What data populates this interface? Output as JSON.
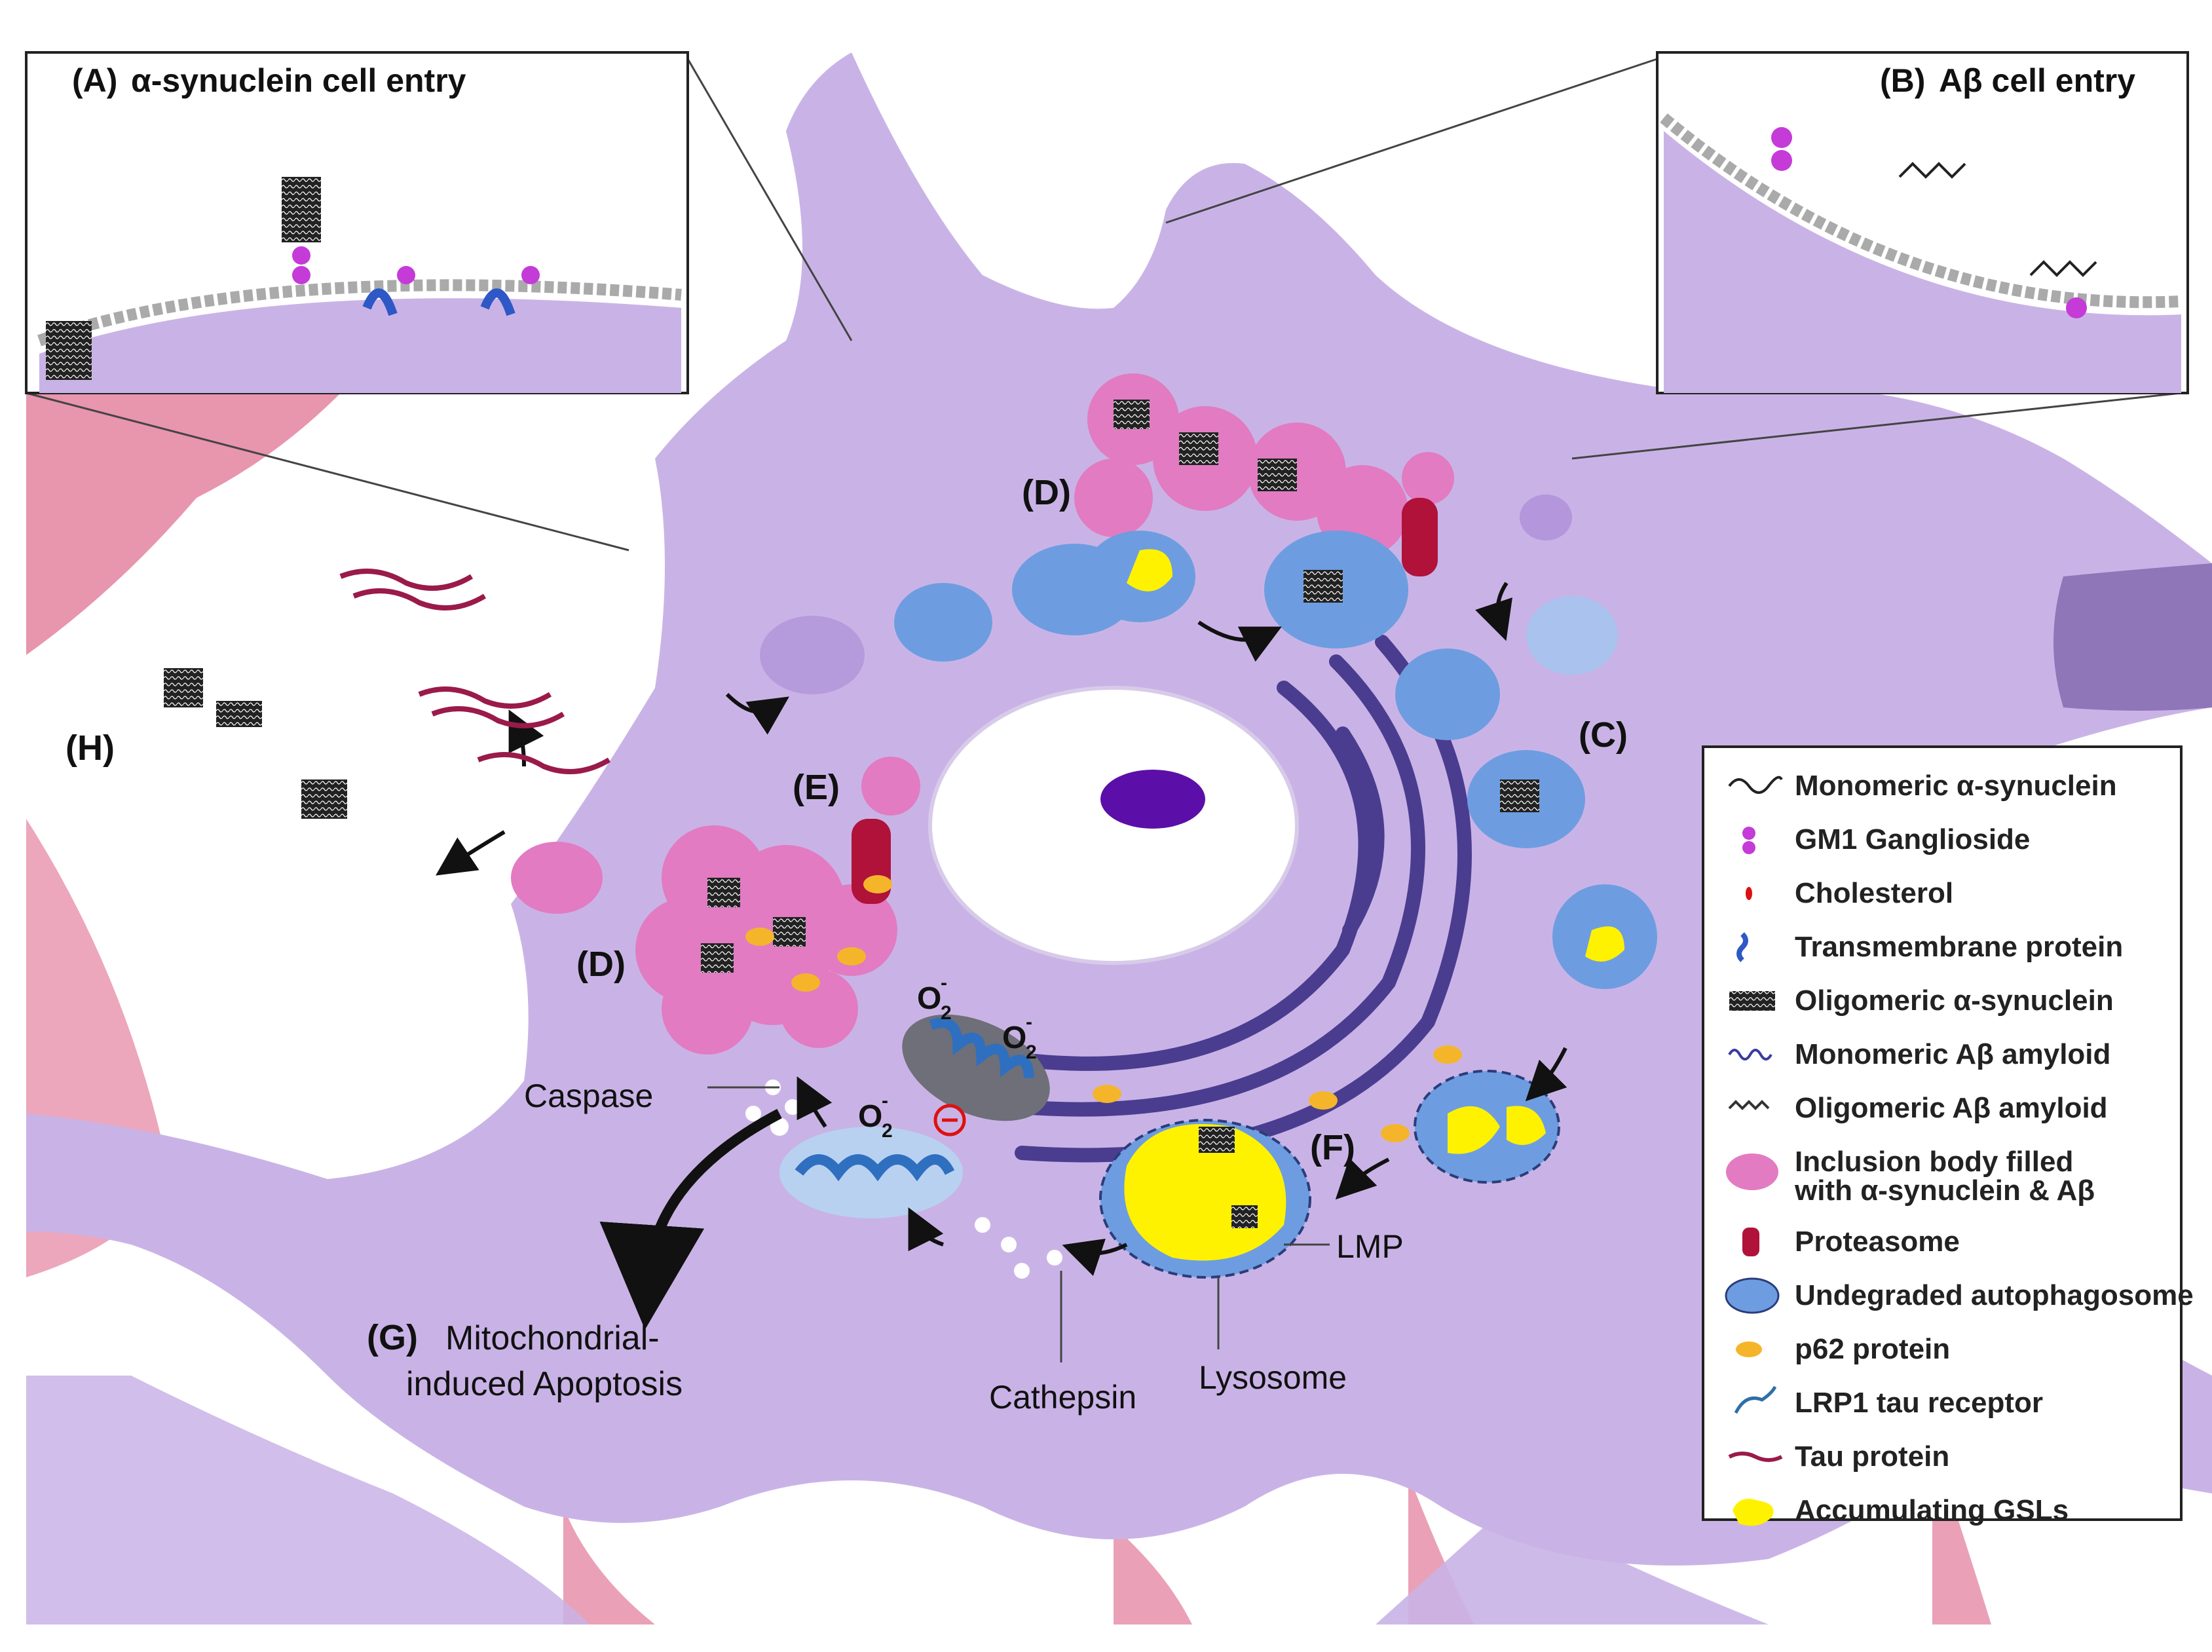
{
  "panels": {
    "a_title": "(A)",
    "a_text": "α-synuclein cell entry",
    "b_title": "(B)",
    "b_text": "Aβ cell entry"
  },
  "labels": {
    "c": "(C)",
    "d_top": "(D)",
    "d_left": "(D)",
    "e": "(E)",
    "f": "(F)",
    "g": "(G)",
    "g_text_line1": "Mitochondrial-",
    "g_text_line2": "induced Apoptosis",
    "h": "(H)",
    "caspase": "Caspase",
    "cathepsin": "Cathepsin",
    "lysosome": "Lysosome",
    "lmp": "LMP",
    "o2": "O",
    "o2_sub": "2",
    "o2_sup": "-"
  },
  "legend": {
    "items": [
      {
        "label": "Monomeric α-synuclein",
        "icon": "monomer-squiggle-icon"
      },
      {
        "label": "GM1 Ganglioside",
        "icon": "ganglioside-icon"
      },
      {
        "label": "Cholesterol",
        "icon": "cholesterol-icon"
      },
      {
        "label": "Transmembrane protein",
        "icon": "transmembrane-protein-icon"
      },
      {
        "label": "Oligomeric α-synuclein",
        "icon": "oligomer-icon"
      },
      {
        "label": "Monomeric Aβ amyloid",
        "icon": "abeta-coil-icon"
      },
      {
        "label": "Oligomeric Aβ amyloid",
        "icon": "abeta-zigzag-icon"
      },
      {
        "label": "Inclusion body filled",
        "label2": "with α-synuclein & Aβ",
        "icon": "inclusion-body-icon"
      },
      {
        "label": "Proteasome",
        "icon": "proteasome-icon"
      },
      {
        "label": "Undegraded autophagosome",
        "icon": "autophagosome-icon"
      },
      {
        "label": "p62 protein",
        "icon": "p62-icon"
      },
      {
        "label": "LRP1 tau receptor",
        "icon": "lrp1-receptor-icon"
      },
      {
        "label": "Tau protein",
        "icon": "tau-icon"
      },
      {
        "label": "Accumulating GSLs",
        "icon": "gsl-icon"
      }
    ]
  },
  "colors": {
    "cell": "#c9b3e6",
    "cell_dark": "#b79bdc",
    "dendrite": "#a98ad6",
    "nucleus_env": "#ffffff",
    "nucleolus": "#5b0fa8",
    "er": "#4a3d8f",
    "inclusion": "#e27bc2",
    "autophagosome": "#6d9de0",
    "gsl": "#fff200",
    "p62": "#f5b52a",
    "proteasome": "#b0123a",
    "neighbor_cell": "#e58aa5",
    "ganglioside": "#c43bd8",
    "mito": "#2f6fc0"
  }
}
